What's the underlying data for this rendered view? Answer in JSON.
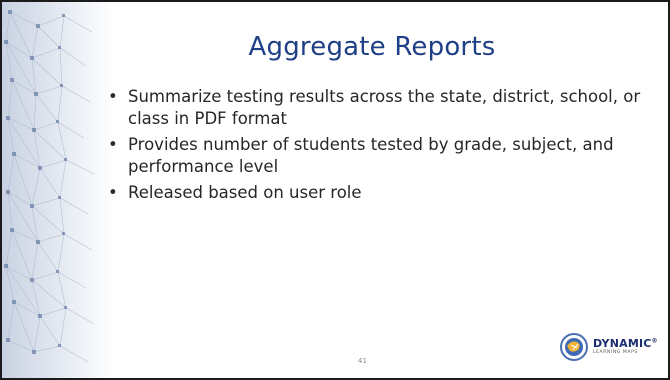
{
  "slide": {
    "title": "Aggregate Reports",
    "bullets": [
      "Summarize testing results across the state, district, school, or class in PDF format",
      "Provides number of students tested by grade, subject, and performance level",
      "Released based on user role"
    ],
    "page_number": "41",
    "logo": {
      "name": "DYNAMIC",
      "trademark": "®",
      "subtitle": "LEARNING MAPS",
      "icon": "dlm-globe-icon"
    }
  },
  "colors": {
    "title": "#1f3f86",
    "body_text": "#262626",
    "border": "#1b1b1b",
    "network_node": "#6d82a8",
    "logo_text": "#1a2d6e"
  }
}
